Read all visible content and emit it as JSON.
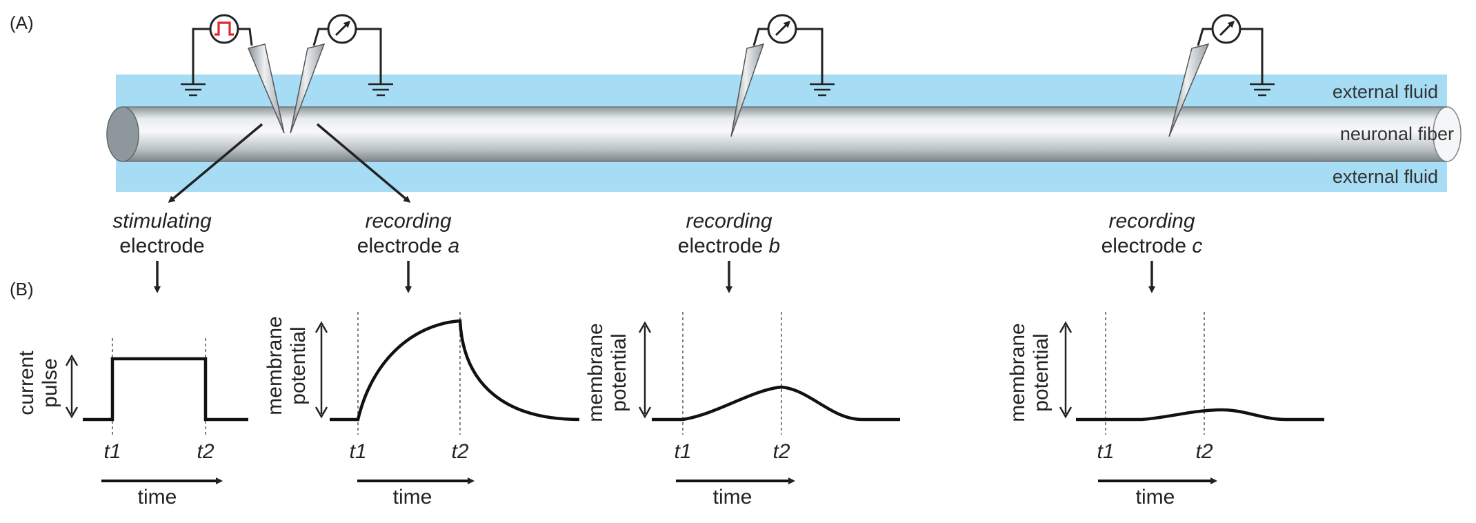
{
  "panel_a_label": "(A)",
  "panel_b_label": "(B)",
  "regions": {
    "external_fluid_top": "external fluid",
    "neuronal_fiber": "neuronal fiber",
    "external_fluid_bottom": "external fluid"
  },
  "electrodes": [
    {
      "kind": "stimulating",
      "name": "electrode",
      "suffix": ""
    },
    {
      "kind": "recording",
      "name": "electrode ",
      "suffix": "a"
    },
    {
      "kind": "recording",
      "name": "electrode ",
      "suffix": "b"
    },
    {
      "kind": "recording",
      "name": "electrode ",
      "suffix": "c"
    }
  ],
  "plots": [
    {
      "ylabel_line1": "current",
      "ylabel_line2": "pulse",
      "t1": "t1",
      "t2": "t2",
      "xlabel": "time"
    },
    {
      "ylabel_line1": "membrane",
      "ylabel_line2": "potential",
      "t1": "t1",
      "t2": "t2",
      "xlabel": "time"
    },
    {
      "ylabel_line1": "membrane",
      "ylabel_line2": "potential",
      "t1": "t1",
      "t2": "t2",
      "xlabel": "time"
    },
    {
      "ylabel_line1": "membrane",
      "ylabel_line2": "potential",
      "t1": "t1",
      "t2": "t2",
      "xlabel": "time"
    }
  ],
  "colors": {
    "fluid": "#a6dcf4",
    "fiber_light": "#f2f4f5",
    "fiber_dark": "#9aa4a8",
    "pulse_icon": "#e3262b",
    "trace": "#111111"
  },
  "icons": {
    "stimulator": "square-pulse-icon",
    "meter": "voltmeter-icon",
    "ground": "ground-icon"
  }
}
